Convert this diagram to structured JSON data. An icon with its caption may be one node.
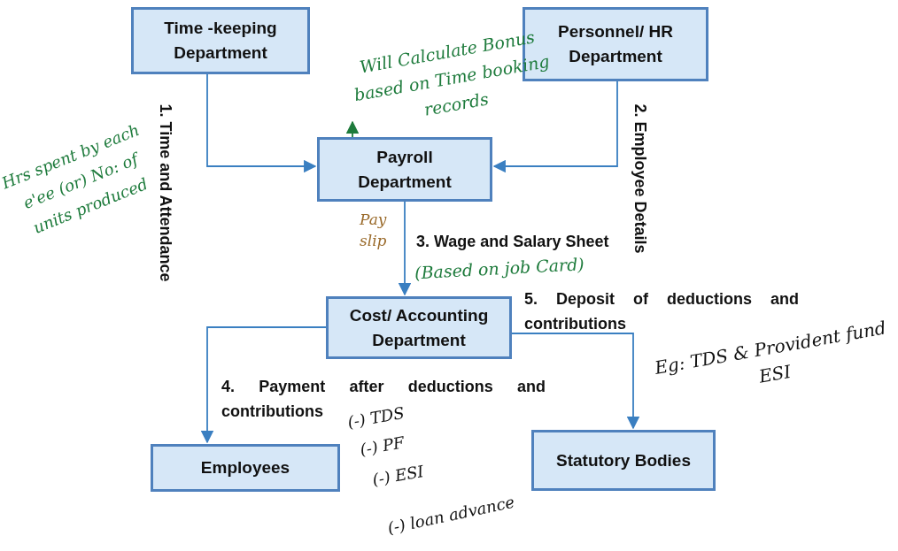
{
  "diagram": {
    "nodes": [
      {
        "text": [
          "Time -keeping Department"
        ]
      },
      {
        "text": [
          "Personnel/ HR Department"
        ]
      },
      {
        "text": [
          "Payroll Department"
        ]
      },
      {
        "text": [
          "Cost/ Accounting Department"
        ]
      },
      {
        "text": [
          "Employees"
        ]
      },
      {
        "text": [
          "Statutory Bodies"
        ]
      },
      {
        "text": [
          "Will Calculate Bonus based on Time booking records"
        ]
      }
    ],
    "edges": [
      {
        "from": 0,
        "to": 2,
        "arrow": "to",
        "label": "1. Time and Attendance"
      },
      {
        "from": 1,
        "to": 2,
        "arrow": "to",
        "label": "2. Employee Details"
      },
      {
        "from": 2,
        "to": 3,
        "arrow": "to",
        "label": "3. Wage and Salary Sheet"
      },
      {
        "from": 3,
        "to": 4,
        "arrow": "to",
        "label": "4. Payment after deductions and contributions"
      },
      {
        "from": 3,
        "to": 5,
        "arrow": "to",
        "label": "5. Deposit of deductions and contributions"
      },
      {
        "from": 2,
        "to": 6,
        "arrow": "to",
        "color": "#1e7b3c"
      }
    ],
    "labels": [
      "Hrs spent by each e'ee (or) No: of units produced",
      "Pay slip",
      "(Based on job Card)",
      "Eg: TDS & Provident fund ESI",
      "(-) TDS",
      "(-) PF",
      "(-) ESI",
      "(-) loan advance"
    ]
  }
}
